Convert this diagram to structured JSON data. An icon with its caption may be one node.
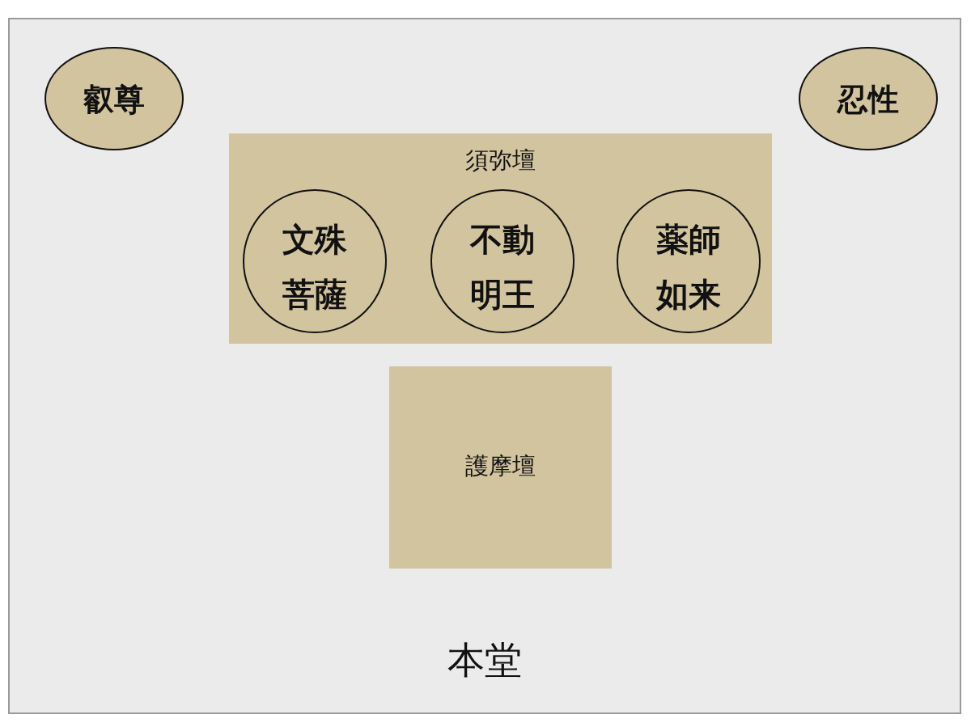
{
  "diagram": {
    "nodes": [
      {
        "text": [
          "本堂"
        ]
      },
      {
        "text": [
          "叡尊"
        ],
        "in": 0
      },
      {
        "text": [
          "忍性"
        ],
        "in": 0
      },
      {
        "text": [
          "須弥壇"
        ],
        "in": 0
      },
      {
        "text": [
          "文殊菩薩"
        ],
        "in": 3
      },
      {
        "text": [
          "不動明王"
        ],
        "in": 3
      },
      {
        "text": [
          "薬師如来"
        ],
        "in": 3
      },
      {
        "text": [
          "護摩壇"
        ],
        "in": 0
      }
    ]
  }
}
